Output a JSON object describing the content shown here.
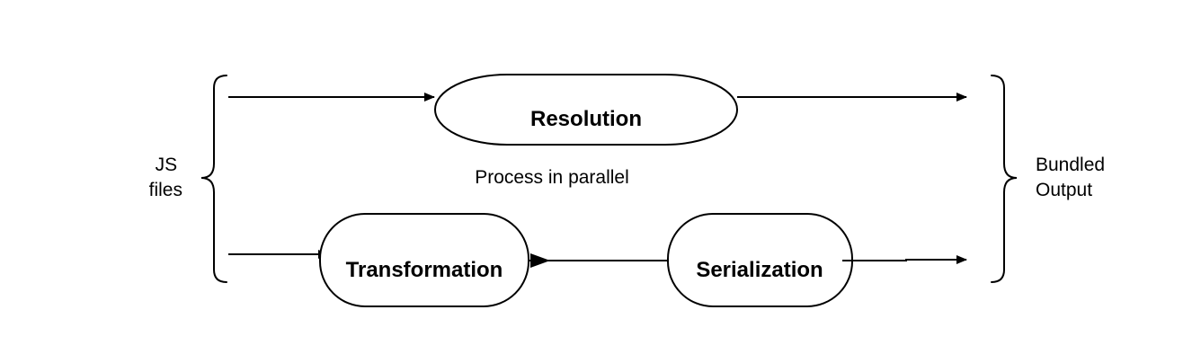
{
  "diagram": {
    "input": {
      "line1": "JS",
      "line2": "files"
    },
    "output": {
      "line1": "Bundled",
      "line2": "Output"
    },
    "nodes": {
      "resolution": "Resolution",
      "transformation": "Transformation",
      "serialization": "Serialization"
    },
    "note": "Process in parallel"
  },
  "colors": {
    "stroke": "#000000",
    "fill": "#ffffff",
    "text": "#000000"
  }
}
